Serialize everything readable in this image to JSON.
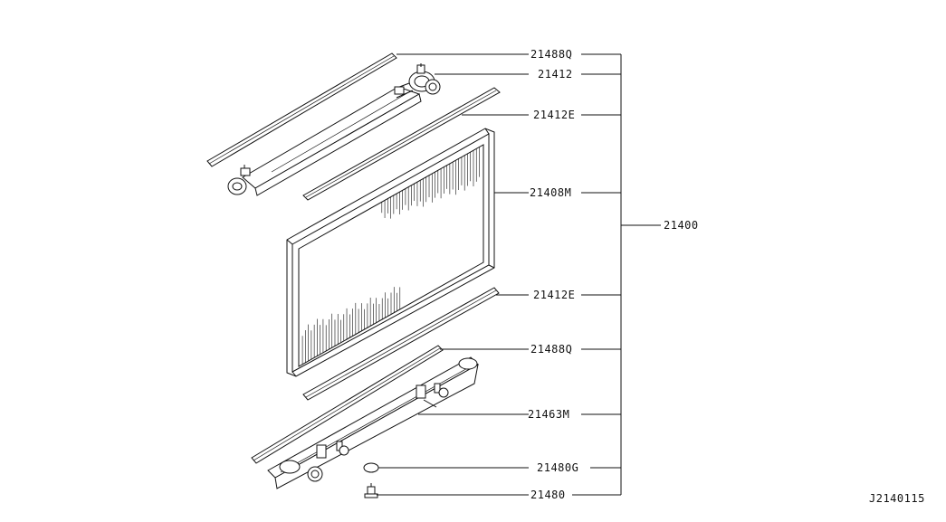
{
  "diagram": {
    "callouts": [
      {
        "id": "c1",
        "label": "21488Q"
      },
      {
        "id": "c2",
        "label": "21412"
      },
      {
        "id": "c3",
        "label": "21412E"
      },
      {
        "id": "c4",
        "label": "21408M"
      },
      {
        "id": "c5",
        "label": "21412E"
      },
      {
        "id": "c6",
        "label": "21488Q"
      },
      {
        "id": "c7",
        "label": "21463M"
      },
      {
        "id": "c8",
        "label": "21480G"
      },
      {
        "id": "c9",
        "label": "21480"
      }
    ],
    "assembly_label": "21400",
    "figure_code": "J2140115"
  }
}
